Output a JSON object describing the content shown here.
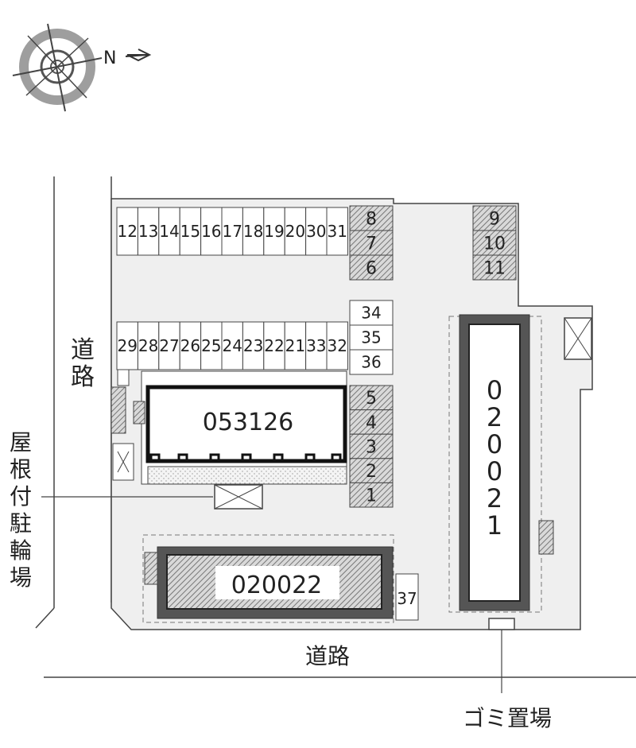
{
  "compass": {
    "north_label": "N"
  },
  "roads": {
    "west_label": "道路",
    "south_label": "道路"
  },
  "buildings": [
    {
      "id": "053126"
    },
    {
      "id": "020021"
    },
    {
      "id": "020022"
    }
  ],
  "callouts": {
    "covered_parking": "屋根付駐輪場",
    "garbage": "ゴミ置場"
  },
  "parking": {
    "row_top": [
      "12",
      "13",
      "14",
      "15",
      "16",
      "17",
      "18",
      "19",
      "20",
      "30",
      "31"
    ],
    "row_middle": [
      "29",
      "28",
      "27",
      "26",
      "25",
      "24",
      "23",
      "22",
      "21",
      "33",
      "32"
    ],
    "column_covered_top": [
      "8",
      "7",
      "6"
    ],
    "column_covered_bottom": [
      "5",
      "4",
      "3",
      "2",
      "1"
    ],
    "column_open": [
      "34",
      "35",
      "36"
    ],
    "column_right": [
      "9",
      "10",
      "11"
    ],
    "single": [
      "37"
    ]
  },
  "colors": {
    "site_fill": "#efefef",
    "building_dark": "#555555",
    "hatch": "#9a9a9a",
    "line": "#333333"
  }
}
